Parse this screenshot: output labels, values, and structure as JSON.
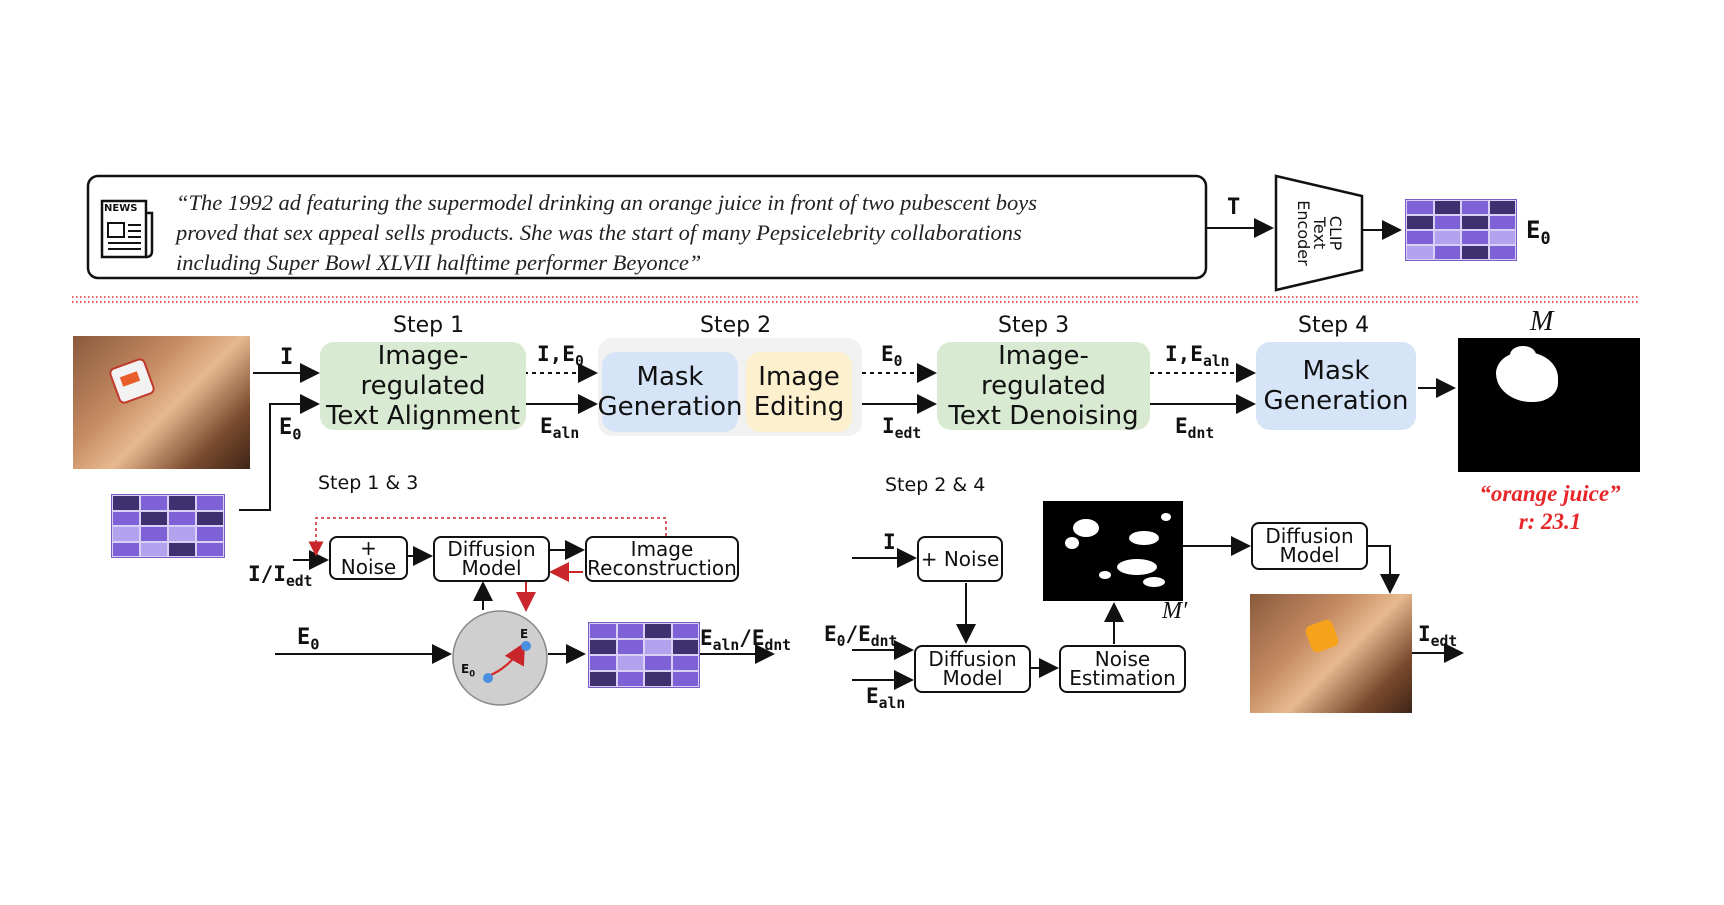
{
  "news": {
    "icon_label": "NEWS",
    "quote_lines": [
      "“The 1992 ad featuring the supermodel drinking an orange juice in front of two pubescent boys",
      "proved that sex appeal sells products. She was the start of many Pepsicelebrity collaborations",
      "including Super Bowl XLVII halftime performer Beyonce”"
    ]
  },
  "encoder": {
    "input_label": "T",
    "lines": [
      "CLIP",
      "Text",
      "Encoder"
    ],
    "output_label": "E0"
  },
  "steps": [
    {
      "title": "Step 1",
      "lines": [
        "Image-regulated",
        "Text Alignment"
      ]
    },
    {
      "title": "Step 2",
      "parts": [
        [
          "Mask",
          "Generation"
        ],
        [
          "Image",
          "Editing"
        ]
      ]
    },
    {
      "title": "Step 3",
      "lines": [
        "Image-regulated",
        "Text Denoising"
      ]
    },
    {
      "title": "Step 4",
      "lines": [
        "Mask",
        "Generation"
      ]
    }
  ],
  "flow_labels": {
    "input_i": "I",
    "input_e0": "E0",
    "s1_to_s2_top": "I,E0",
    "s1_to_s2_bottom": "Ealn",
    "s2_to_s3_top": "E0",
    "s2_to_s3_bottom": "Iedt",
    "s3_to_s4_top": "I,Ealn",
    "s3_to_s4_bottom": "Ednt"
  },
  "result": {
    "mask_symbol": "M",
    "caption_lines": [
      "“orange juice”",
      "r: 23.1"
    ],
    "caption_color": "#e8262a"
  },
  "detail_13": {
    "title": "Step 1 & 3",
    "input_label": "I/Iedt",
    "e0_label": "E0",
    "noise": "+ Noise",
    "diffusion": [
      "Diffusion",
      "Model"
    ],
    "reconstruction": [
      "Image",
      "Reconstruction"
    ],
    "sphere_e0": "E0",
    "sphere_e": "E",
    "output_label": "Ealn/Ednt"
  },
  "detail_24": {
    "title": "Step 2 & 4",
    "input_i": "I",
    "input_e": "E0/Ednt",
    "input_ealn": "Ealn",
    "noise": "+ Noise",
    "diffusion": [
      "Diffusion",
      "Model"
    ],
    "noise_est": [
      "Noise",
      "Estimation"
    ],
    "mask_symbol": "M′",
    "diffusion2": [
      "Diffusion",
      "Model"
    ],
    "output_label": "Iedt"
  },
  "colors": {
    "green": "#d8ead2",
    "blue": "#d6e4f8",
    "yellow": "#fdf0cf",
    "purple_dark": "#3f3170",
    "purple_mid": "#7e61d6",
    "purple_light": "#b3a3ee",
    "red_arrow": "#c8262a"
  }
}
